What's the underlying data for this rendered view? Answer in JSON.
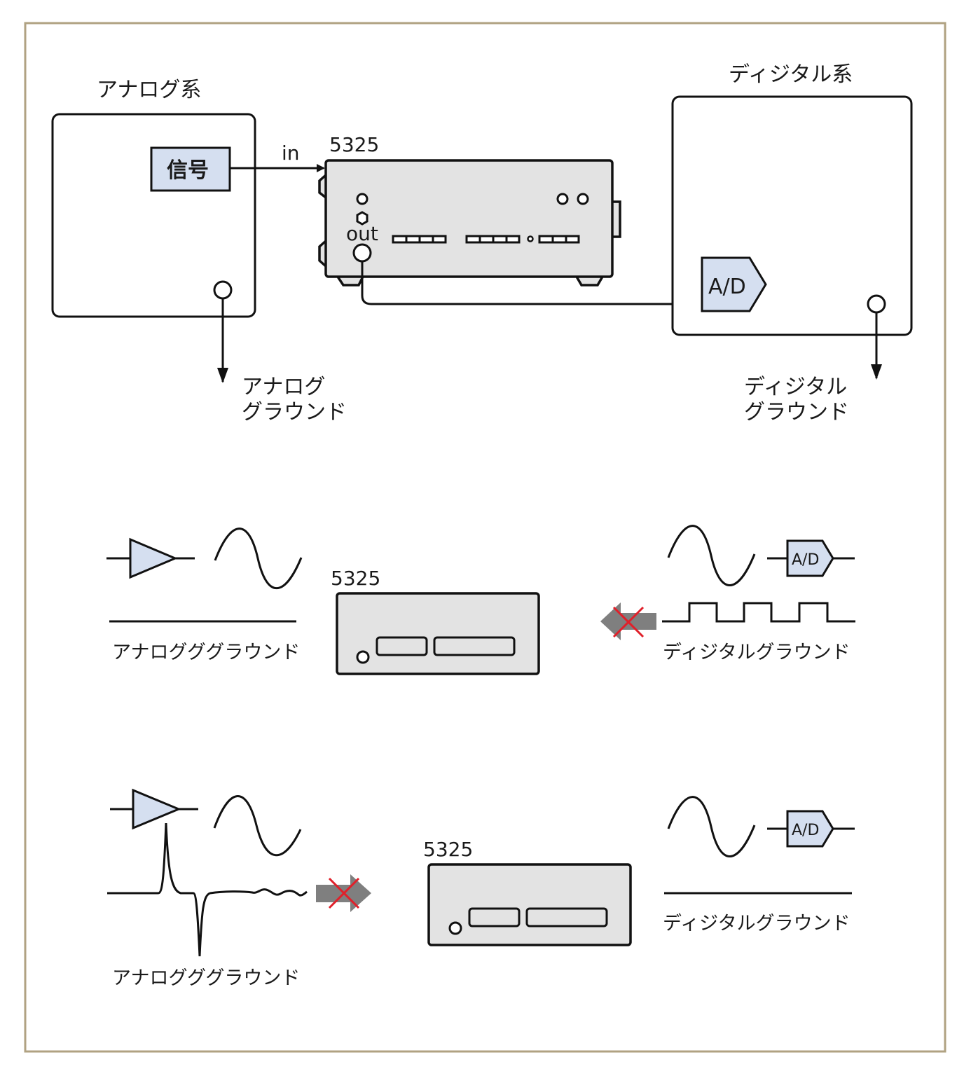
{
  "frame": {
    "border_color": "#b0a282"
  },
  "colors": {
    "signal_fill": "#d5dff0",
    "device_fill": "#e3e3e3",
    "blocked_arrow": "#7f7f7f",
    "cross": "#e0202a"
  },
  "top": {
    "analog_title": "アナログ系",
    "digital_title": "ディジタル系",
    "signal_label": "信号",
    "in_label": "in",
    "device_model": "5325",
    "out_label": "out",
    "ad_label": "A/D",
    "analog_ground": [
      "アナログ",
      "グラウンド"
    ],
    "digital_ground": [
      "ディジタル",
      "グラウンド"
    ]
  },
  "middle": {
    "device_model": "5325",
    "analog_ground_label": "アナログググラウンド",
    "digital_ground_label": "ディジタルグラウンド",
    "ad_label": "A/D",
    "blocked_direction": "digital-to-analog"
  },
  "bottom": {
    "device_model": "5325",
    "analog_ground_label": "アナログググラウンド",
    "digital_ground_label": "ディジタルグラウンド",
    "ad_label": "A/D",
    "blocked_direction": "analog-to-digital"
  }
}
